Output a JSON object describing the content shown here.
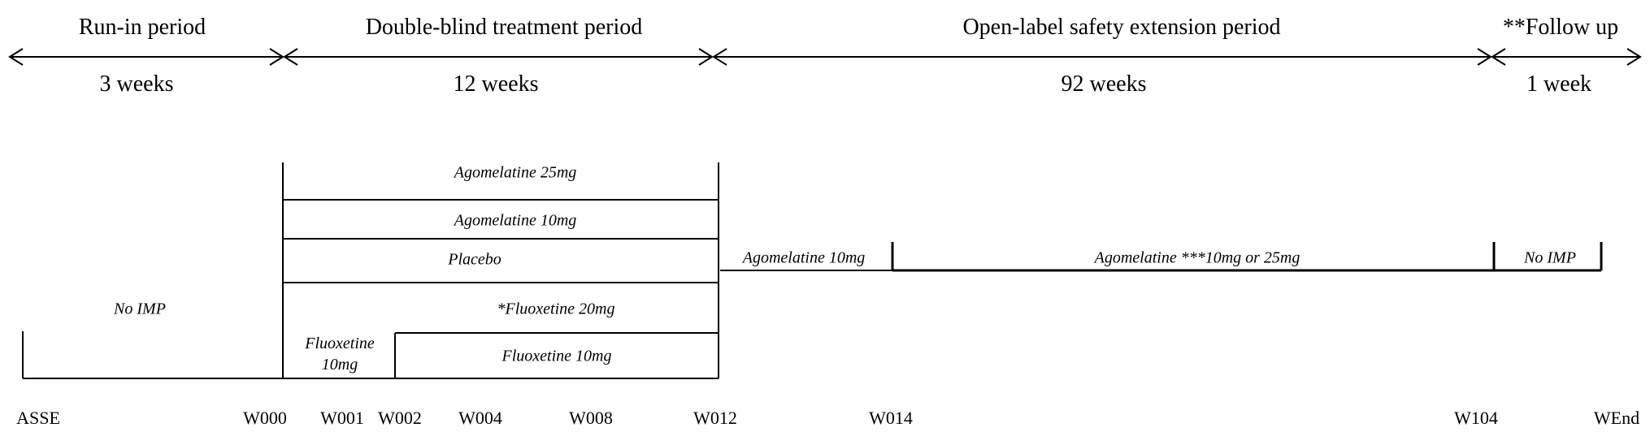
{
  "periods": [
    {
      "name": "Run-in period",
      "duration": "3 weeks"
    },
    {
      "name": "Double-blind treatment period",
      "duration": "12 weeks"
    },
    {
      "name": "Open-label safety extension period",
      "duration": "92 weeks"
    },
    {
      "name": "**Follow up",
      "duration": "1 week"
    }
  ],
  "arms": {
    "no_imp_runin": "No IMP",
    "agomelatine_25": "Agomelatine 25mg",
    "agomelatine_10": "Agomelatine 10mg",
    "placebo": "Placebo",
    "fluoxetine_20": "*Fluoxetine 20mg",
    "fluoxetine_10_short": "Fluoxetine 10mg",
    "fluoxetine_10_long": "Fluoxetine 10mg",
    "ext_agomelatine_10": "Agomelatine 10mg",
    "ext_agomelatine_either": "Agomelatine ***10mg or 25mg",
    "followup_no_imp": "No IMP"
  },
  "timepoints": [
    "ASSE",
    "W000",
    "W001",
    "W002",
    "W004",
    "W008",
    "W012",
    "W014",
    "W104",
    "WEnd"
  ]
}
